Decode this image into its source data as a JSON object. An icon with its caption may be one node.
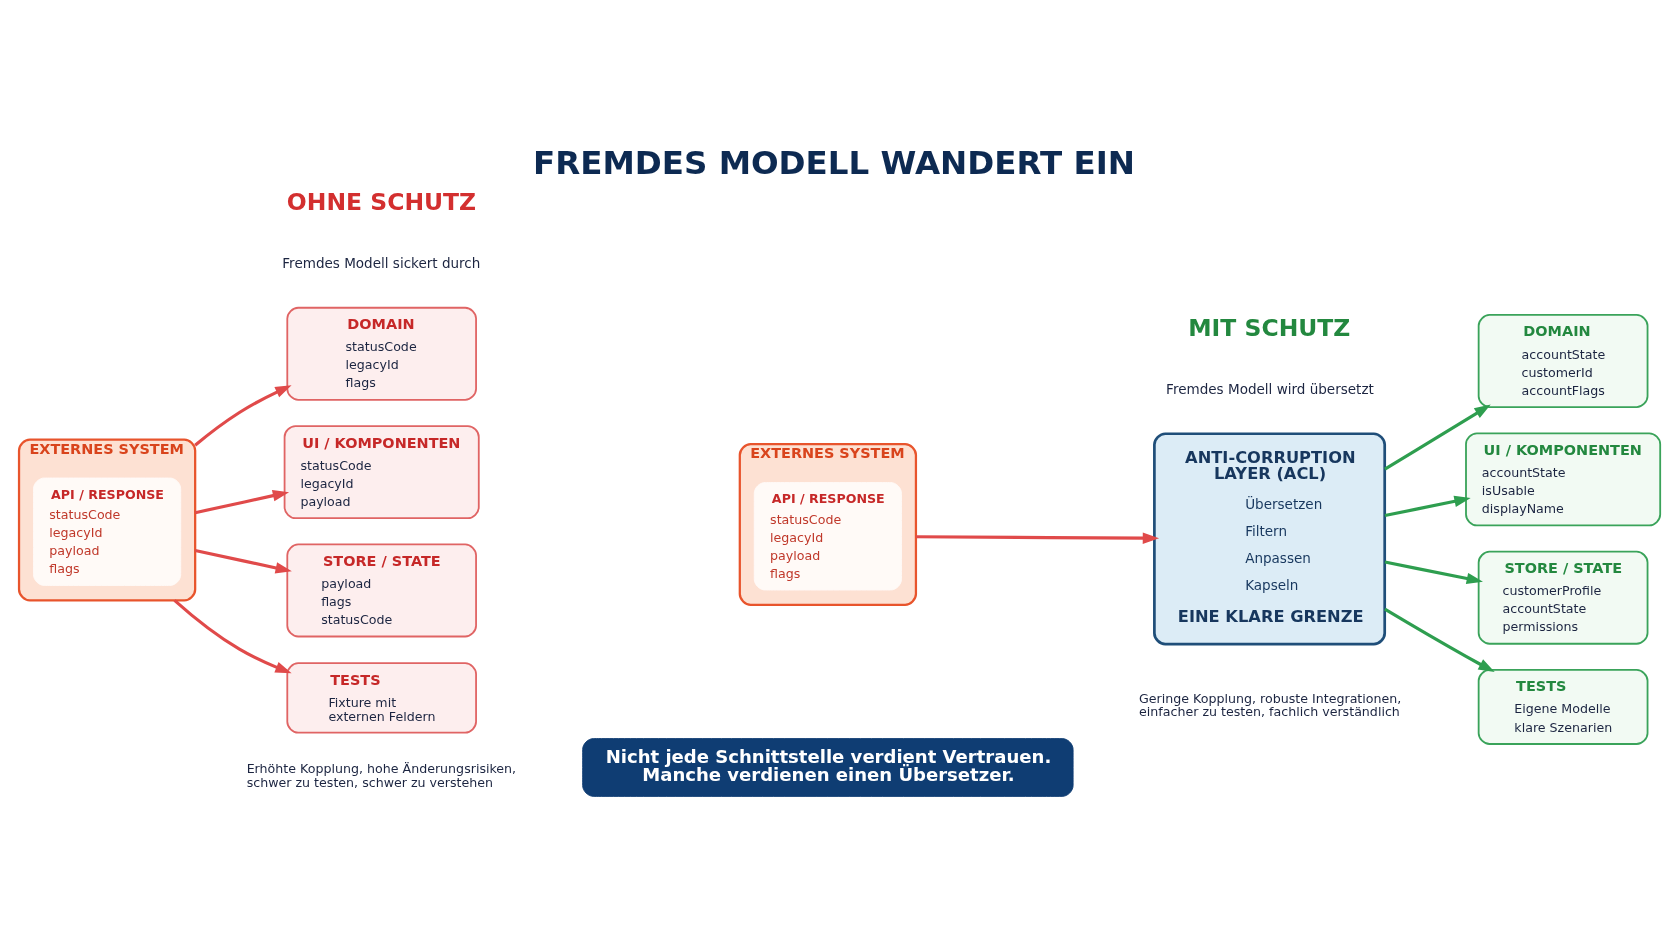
{
  "diagram": {
    "title": "FREMDES MODELL WANDERT EIN",
    "nodes": [
      {
        "text": [
          "EXTERNES SYSTEM"
        ]
      },
      {
        "text": [
          "API / RESPONSE",
          "statusCode",
          "legacyId",
          "payload",
          "flags"
        ],
        "in": 0
      },
      {
        "text": [
          "DOMAIN",
          "statusCode",
          "legacyId",
          "flags"
        ]
      },
      {
        "text": [
          "UI / KOMPONENTEN",
          "statusCode",
          "legacyId",
          "payload"
        ]
      },
      {
        "text": [
          "STORE / STATE",
          "payload",
          "flags",
          "statusCode"
        ]
      },
      {
        "text": [
          "TESTS",
          "Fixture mit externen Feldern"
        ]
      },
      {
        "text": [
          "EXTERNES SYSTEM"
        ]
      },
      {
        "text": [
          "API / RESPONSE",
          "statusCode",
          "legacyId",
          "payload",
          "flags"
        ],
        "in": 6
      },
      {
        "text": [
          "ANTI-CORRUPTION LAYER (ACL)",
          "Übersetzen",
          "Filtern",
          "Anpassen",
          "Kapseln",
          "EINE KLARE GRENZE"
        ]
      },
      {
        "text": [
          "DOMAIN",
          "accountState",
          "customerId",
          "accountFlags"
        ]
      },
      {
        "text": [
          "UI / KOMPONENTEN",
          "accountState",
          "isUsable",
          "displayName"
        ]
      },
      {
        "text": [
          "STORE / STATE",
          "customerProfile",
          "accountState",
          "permissions"
        ]
      },
      {
        "text": [
          "TESTS",
          "Eigene Modelle",
          "klare Szenarien"
        ]
      },
      {
        "text": [
          "Nicht jede Schnittstelle verdient Vertrauen. Manche verdienen einen Übersetzer."
        ]
      }
    ],
    "edges": [
      {
        "from": 0,
        "to": 2,
        "arrow": "to"
      },
      {
        "from": 0,
        "to": 3,
        "arrow": "to"
      },
      {
        "from": 0,
        "to": 4,
        "arrow": "to"
      },
      {
        "from": 0,
        "to": 5,
        "arrow": "to"
      },
      {
        "from": 6,
        "to": 8,
        "arrow": "to"
      },
      {
        "from": 8,
        "to": 9,
        "arrow": "to",
        "color": "#2e9e4f"
      },
      {
        "from": 8,
        "to": 10,
        "arrow": "to",
        "color": "#2e9e4f"
      },
      {
        "from": 8,
        "to": 11,
        "arrow": "to",
        "color": "#2e9e4f"
      },
      {
        "from": 8,
        "to": 12,
        "arrow": "to",
        "color": "#2e9e4f"
      }
    ],
    "labels": [
      "OHNE SCHUTZ",
      "Fremdes Modell sickert durch",
      "MIT SCHUTZ",
      "Fremdes Modell wird übersetzt",
      "Erhöhte Kopplung, hohe Änderungsrisiken, schwer zu testen, schwer zu verstehen",
      "Geringe Kopplung, robuste Integrationen, einfacher zu testen, fachlich verständlich"
    ]
  }
}
